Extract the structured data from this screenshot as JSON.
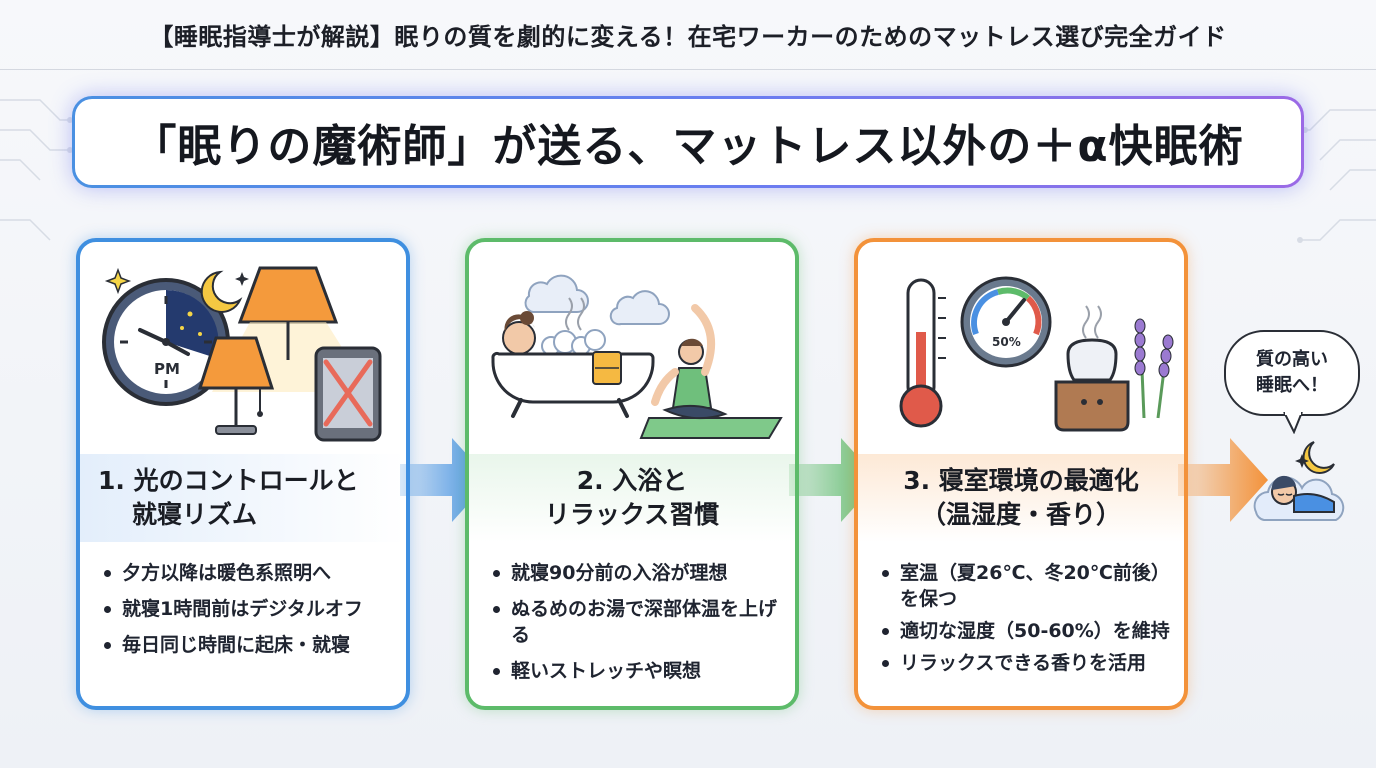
{
  "page": {
    "top_title": "【睡眠指導士が解説】眠りの質を劇的に変える！在宅ワーカーのためのマットレス選び完全ガイド",
    "banner_title": "「眠りの魔術師」が送る、マットレス以外の＋α快眠術"
  },
  "cards": [
    {
      "accent": "#3f8fe0",
      "heading_line1": "1. 光のコントロールと",
      "heading_line2": "就寝リズム",
      "clock_label": "PM",
      "bullets": [
        "夕方以降は暖色系照明へ",
        "就寝1時間前はデジタルオフ",
        "毎日同じ時間に起床・就寝"
      ],
      "icons": [
        "clock-moon-icon",
        "table-lamp-icon",
        "floor-lamp-icon",
        "no-smartphone-icon"
      ]
    },
    {
      "accent": "#5dbb6a",
      "heading_line1": "2. 入浴と",
      "heading_line2": "リラックス習慣",
      "bullets": [
        "就寝90分前の入浴が理想",
        "ぬるめのお湯で深部体温を上げる",
        "軽いストレッチや瞑想"
      ],
      "icons": [
        "bathtub-icon",
        "stretching-person-icon",
        "cloud-icon"
      ]
    },
    {
      "accent": "#f3923a",
      "heading_line1": "3. 寝室環境の最適化",
      "heading_line2": "（温湿度・香り）",
      "hygrometer_label": "50%",
      "bullets": [
        "室温（夏26℃、冬20℃前後）を保つ",
        "適切な湿度（50-60%）を維持",
        "リラックスできる香りを活用"
      ],
      "icons": [
        "thermometer-icon",
        "hygrometer-icon",
        "aroma-diffuser-icon",
        "lavender-icon"
      ]
    }
  ],
  "bubble": {
    "line1": "質の高い",
    "line2": "睡眠へ！"
  },
  "colors": {
    "blue": "#3f8fe0",
    "green": "#5dbb6a",
    "orange": "#f3923a",
    "banner_gradient": [
      "#4a90e2",
      "#9b6ae6"
    ]
  }
}
